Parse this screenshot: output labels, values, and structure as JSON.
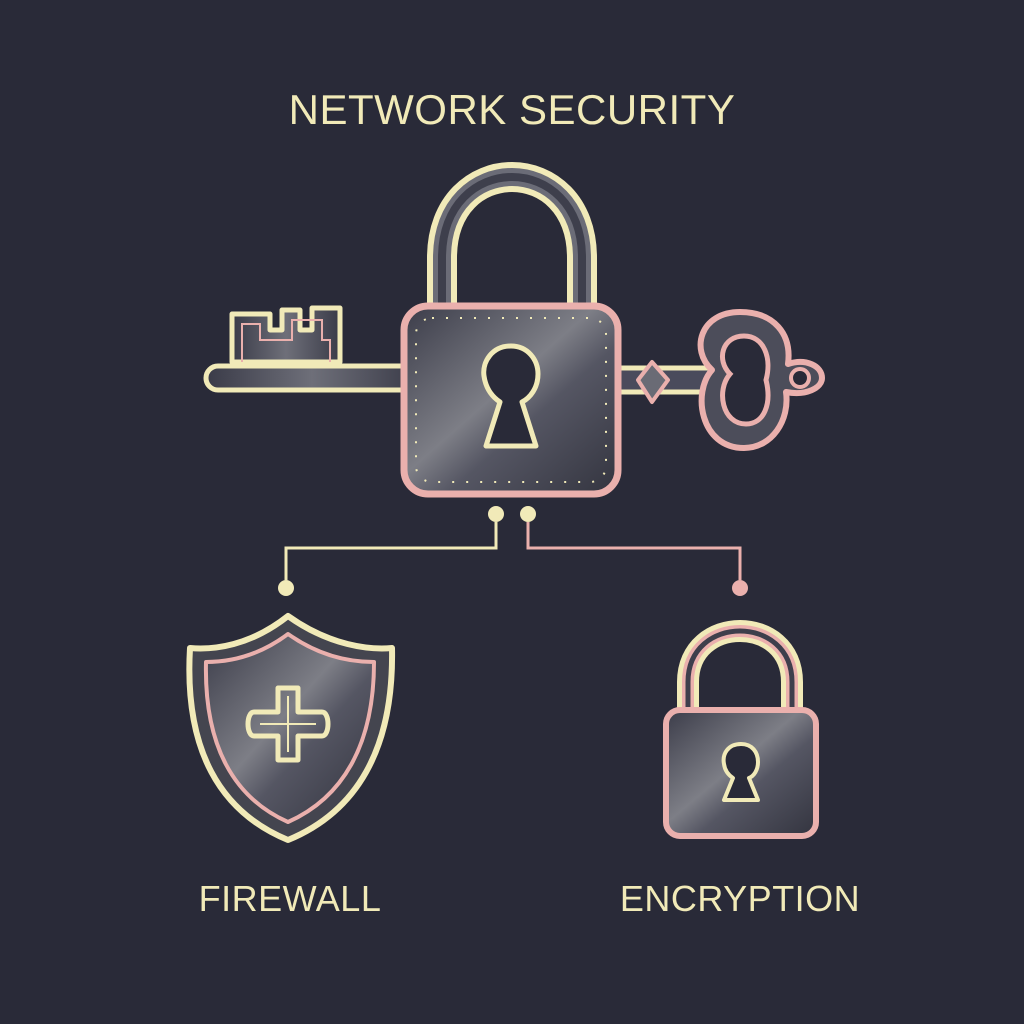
{
  "title": "NETWORK SECURITY",
  "branches": [
    {
      "label": "FIREWALL",
      "icon": "shield-icon"
    },
    {
      "label": "ENCRYPTION",
      "icon": "padlock-icon"
    }
  ],
  "center_icon": "padlock-with-key-icon",
  "colors": {
    "background": "#292a38",
    "text": "#f1eab8",
    "outline_cream": "#f1eab8",
    "outline_pink": "#eab0ad",
    "metal": "#4a4b58"
  }
}
